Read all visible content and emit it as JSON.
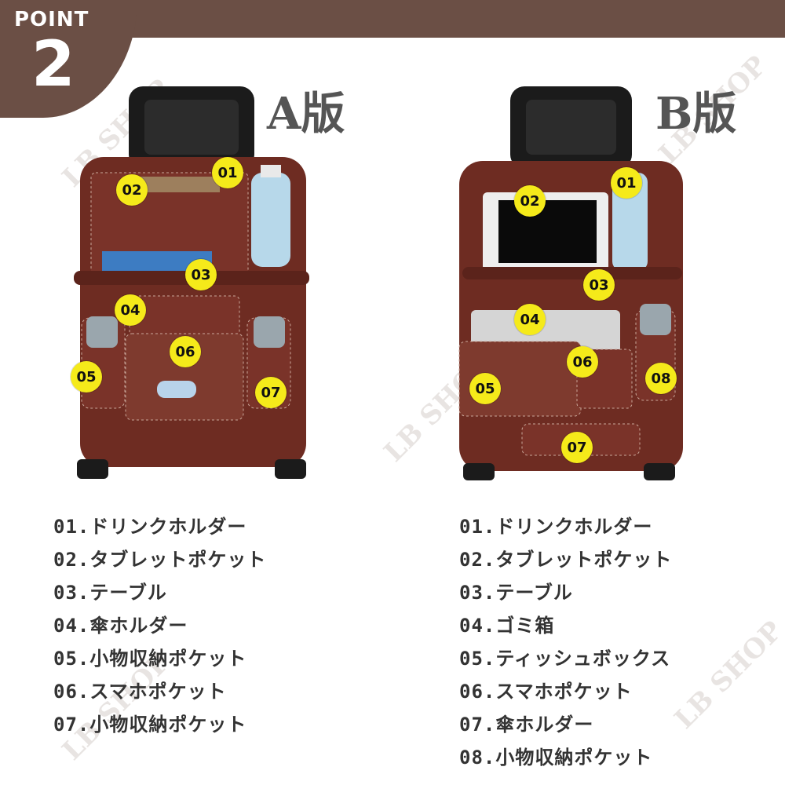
{
  "header": {
    "point_label": "POINT",
    "point_number": "2"
  },
  "watermark": {
    "text": "LB SHOP"
  },
  "versions": [
    {
      "title": "A版",
      "badges": [
        "01",
        "02",
        "03",
        "04",
        "05",
        "06",
        "07"
      ],
      "features": [
        "01.ドリンクホルダー",
        "02.タブレットポケット",
        "03.テーブル",
        "04.傘ホルダー",
        "05.小物収納ポケット",
        "06.スマホポケット",
        "07.小物収納ポケット"
      ]
    },
    {
      "title": "B版",
      "badges": [
        "01",
        "02",
        "03",
        "04",
        "05",
        "06",
        "07",
        "08"
      ],
      "features": [
        "01.ドリンクホルダー",
        "02.タブレットポケット",
        "03.テーブル",
        "04.ゴミ箱",
        "05.ティッシュボックス",
        "06.スマホポケット",
        "07.傘ホルダー",
        "08.小物収納ポケット"
      ]
    }
  ],
  "colors": {
    "banner": "#6b4f45",
    "leather": "#6e2c22",
    "badge": "#f5ea1a"
  }
}
